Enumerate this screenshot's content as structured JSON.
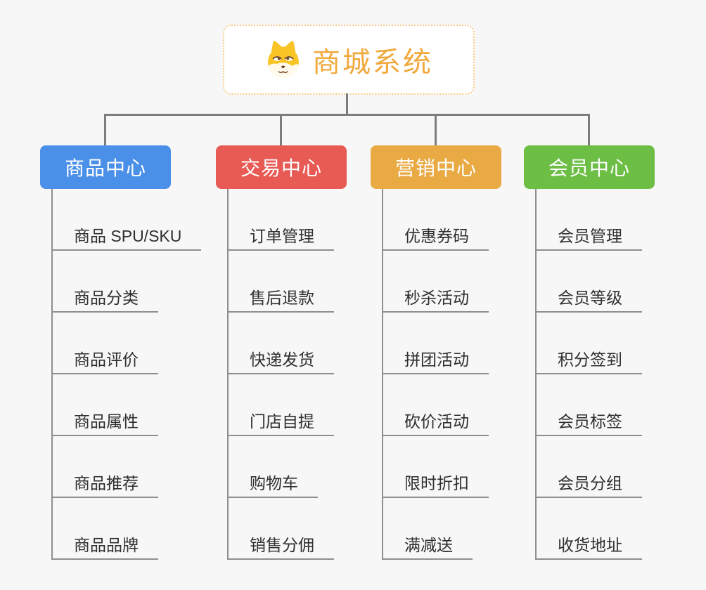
{
  "canvas": {
    "background": "#f7f7f7",
    "connector_color": "#7d7d7d",
    "line_color": "#8f8f8f",
    "leaf_text_color": "#2f2f2f"
  },
  "root": {
    "title": "商城系统",
    "icon": "dog-face-icon",
    "text_color": "#f0a93c",
    "border_color": "#f6ca86",
    "background": "#ffffff"
  },
  "branches": [
    {
      "label": "商品中心",
      "color": "#4a8fe8",
      "items": [
        "商品 SPU/SKU",
        "商品分类",
        "商品评价",
        "商品属性",
        "商品推荐",
        "商品品牌"
      ]
    },
    {
      "label": "交易中心",
      "color": "#e85a54",
      "items": [
        "订单管理",
        "售后退款",
        "快递发货",
        "门店自提",
        "购物车",
        "销售分佣"
      ]
    },
    {
      "label": "营销中心",
      "color": "#e9a943",
      "items": [
        "优惠券码",
        "秒杀活动",
        "拼团活动",
        "砍价活动",
        "限时折扣",
        "满减送"
      ]
    },
    {
      "label": "会员中心",
      "color": "#6cbe44",
      "items": [
        "会员管理",
        "会员等级",
        "积分签到",
        "会员标签",
        "会员分组",
        "收货地址"
      ]
    }
  ]
}
